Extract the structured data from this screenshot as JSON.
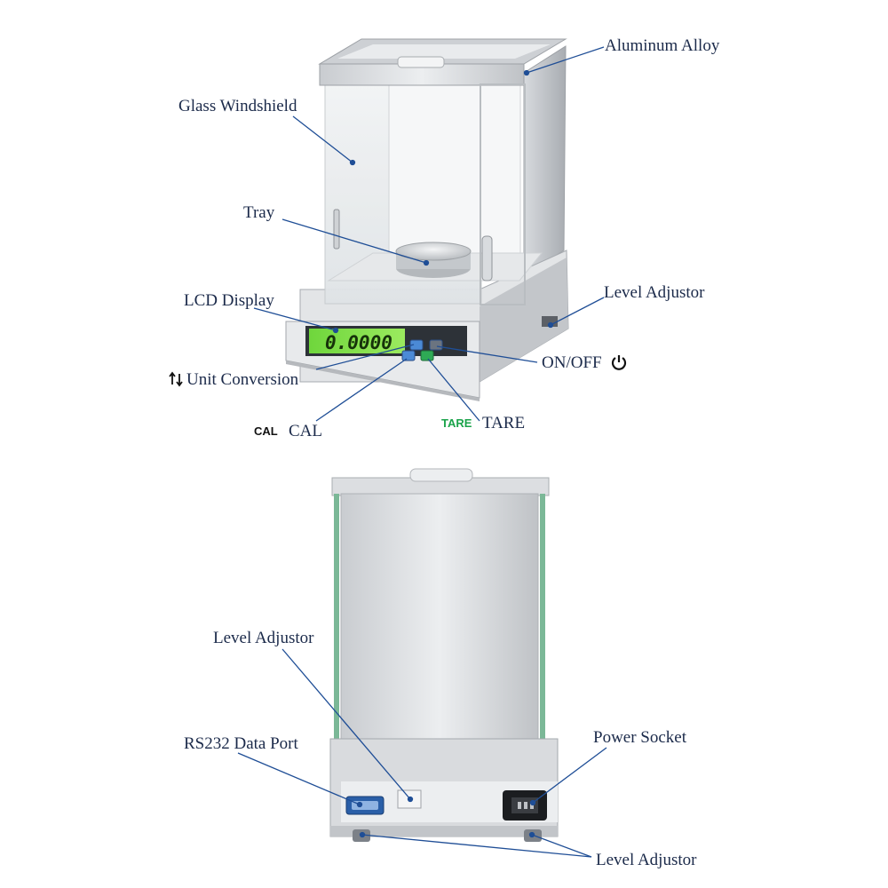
{
  "front_view": {
    "display_reading": "0.0000",
    "labels": {
      "aluminum_alloy": "Aluminum Alloy",
      "glass_windshield": "Glass Windshield",
      "tray": "Tray",
      "lcd_display": "LCD Display",
      "level_adjustor": "Level Adjustor",
      "unit_conversion": "Unit Conversion",
      "on_off": "ON/OFF",
      "cal": "CAL",
      "tare": "TARE"
    },
    "button_icons": {
      "cal_icon_text": "CAL",
      "tare_icon_text": "TARE"
    }
  },
  "back_view": {
    "labels": {
      "level_adjustor_top": "Level Adjustor",
      "rs232_data_port": "RS232 Data Port",
      "power_socket": "Power Socket",
      "level_adjustor_bottom": "Level Adjustor"
    }
  },
  "colors": {
    "leader_line": "#1f4e96",
    "label_text": "#1b2a4a",
    "lcd_green": "#7fe04a",
    "tare_green": "#1aa34a",
    "casing": "#d9dbde",
    "glass_edge": "#4f9a72"
  },
  "icons": [
    "power-icon",
    "unit-conversion-icon",
    "rs232-port-icon",
    "power-socket-icon"
  ]
}
